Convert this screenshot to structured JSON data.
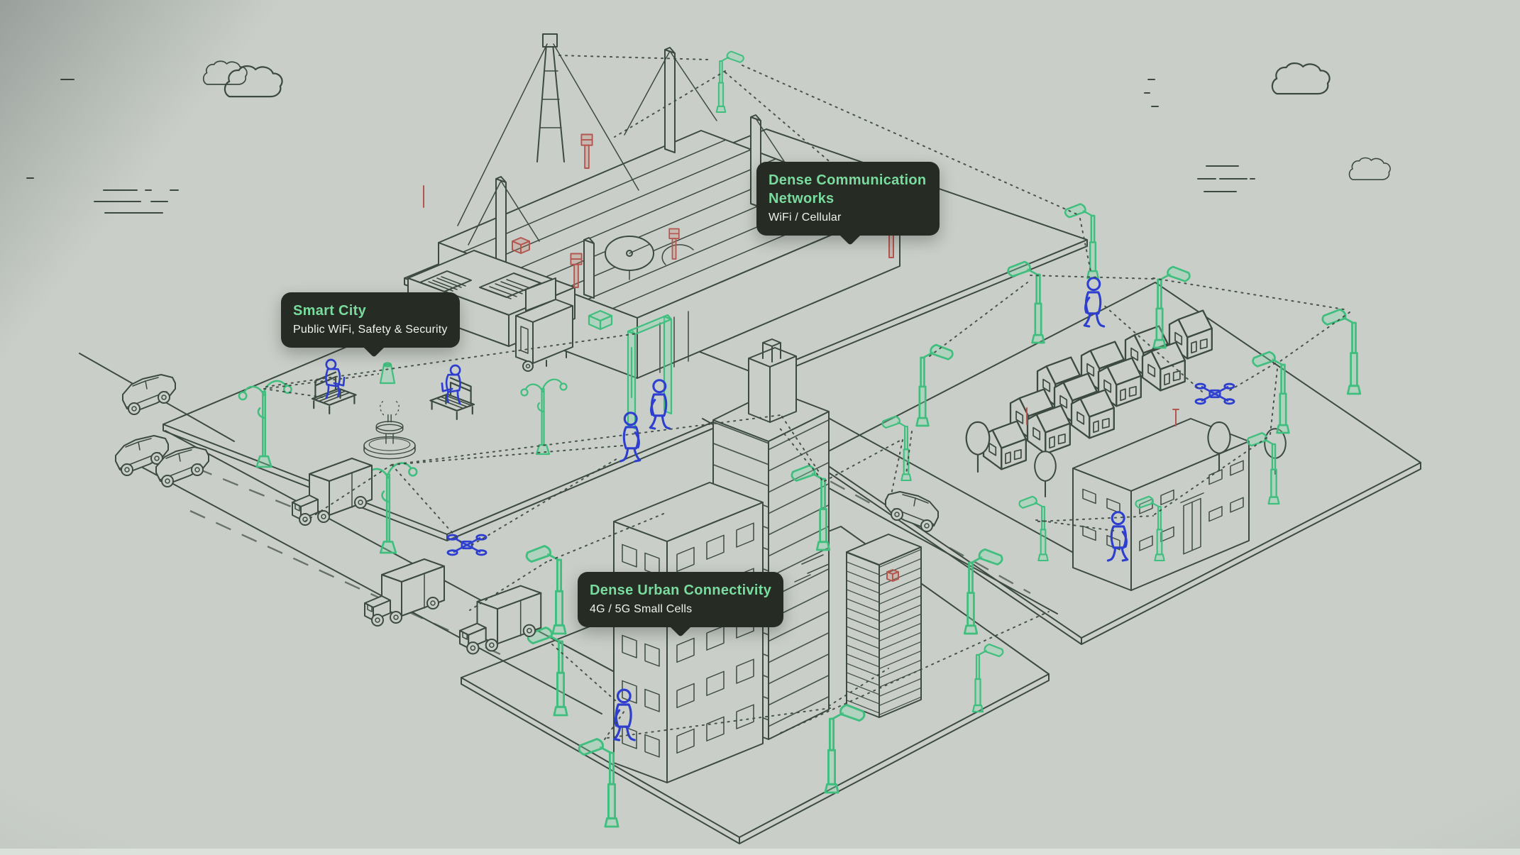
{
  "page": {
    "kind": "isometric smart-city connectivity illustration",
    "background_color": "#c9cfc8"
  },
  "palette": {
    "outline_ink": "#3c4a41",
    "accent_green": "#3fbe7e",
    "accent_blue": "#2e3ecf",
    "accent_red": "#b2564f",
    "tooltip_background": "#262b23",
    "tooltip_title_color": "#7adb9e",
    "tooltip_text_color": "#f0f2ee"
  },
  "tooltips": [
    {
      "id": "dense-communication-networks",
      "title": "Dense Communication Networks",
      "subtitle": "WiFi / Cellular"
    },
    {
      "id": "smart-city",
      "title": "Smart City",
      "subtitle": "Public WiFi, Safety & Security"
    },
    {
      "id": "dense-urban-connectivity",
      "title": "Dense Urban Connectivity",
      "subtitle": "4G / 5G Small Cells"
    }
  ],
  "icons": {
    "streetlight": "green pole lamp",
    "park-lamp": "ornate curled lamp",
    "drone": "quadcopter",
    "pedestrian": "walking figure",
    "cloud": "outline cloud",
    "satellite-dish": "roof dish",
    "small-cell": "red antenna box"
  }
}
